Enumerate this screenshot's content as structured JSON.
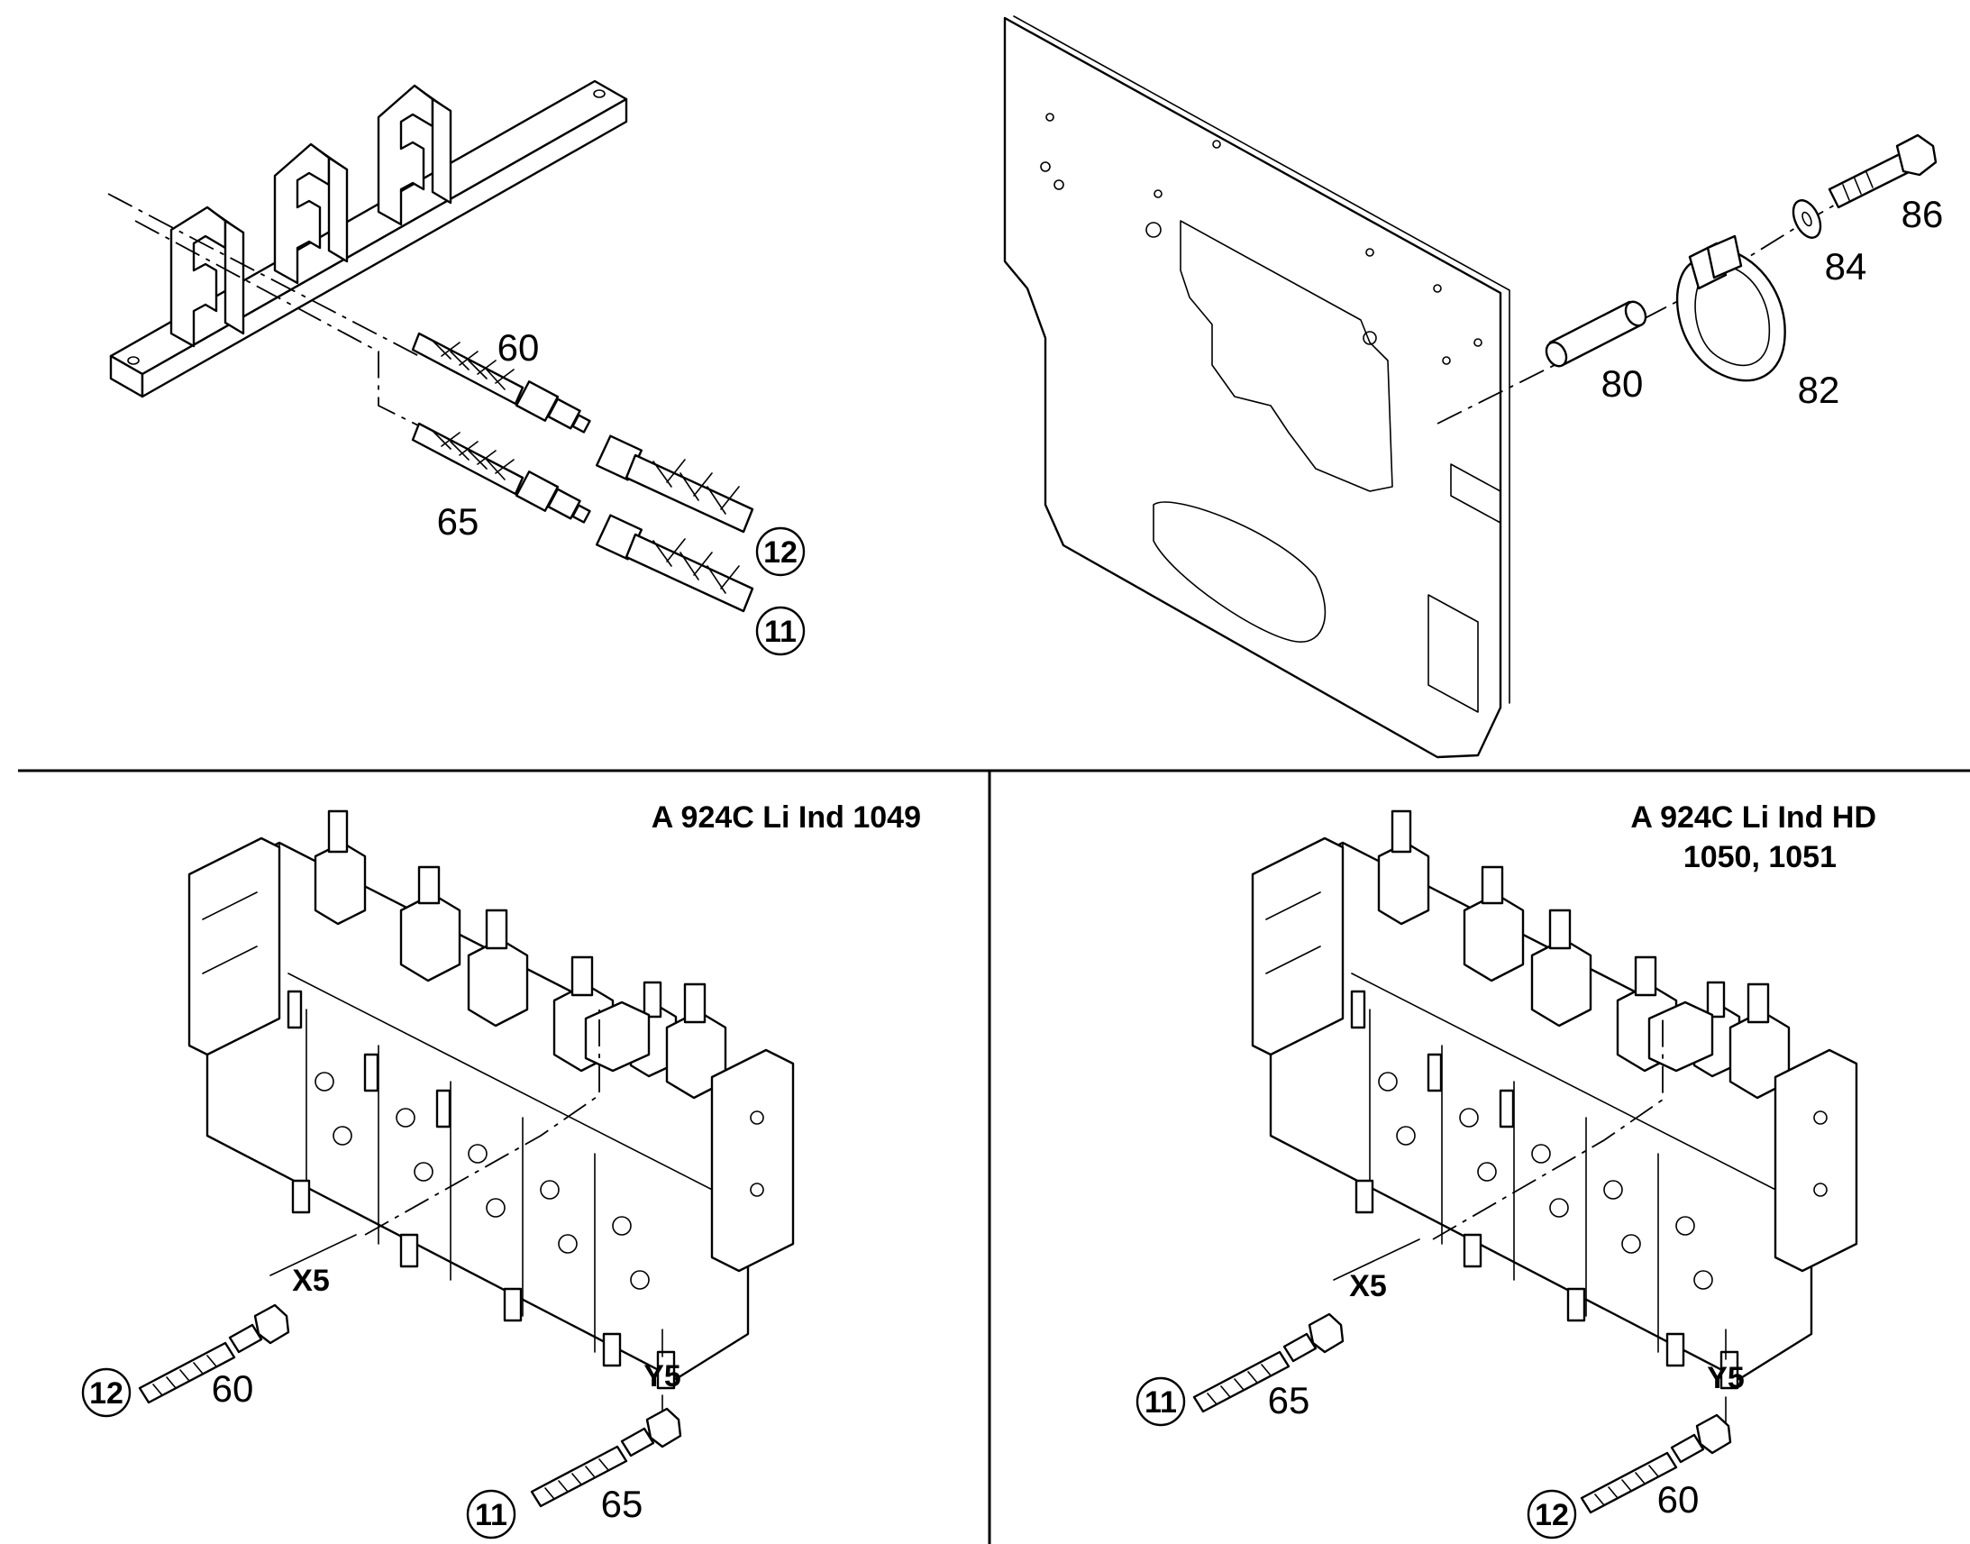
{
  "top_left": {
    "callouts": {
      "p60": "60",
      "p65": "65",
      "ref12": "12",
      "ref11": "11"
    }
  },
  "top_right": {
    "callouts": {
      "p80": "80",
      "p82": "82",
      "p84": "84",
      "p86": "86"
    }
  },
  "bottom_left": {
    "title": "A 924C Li Ind 1049",
    "ports": {
      "x5": "X5",
      "y5": "Y5"
    },
    "callouts": {
      "ref12": "12",
      "p60": "60",
      "ref11": "11",
      "p65": "65"
    }
  },
  "bottom_right": {
    "title_line1": "A 924C Li Ind HD",
    "title_line2": "1050, 1051",
    "ports": {
      "x5": "X5",
      "y5": "Y5"
    },
    "callouts": {
      "ref11": "11",
      "p65": "65",
      "ref12": "12",
      "p60": "60"
    }
  }
}
